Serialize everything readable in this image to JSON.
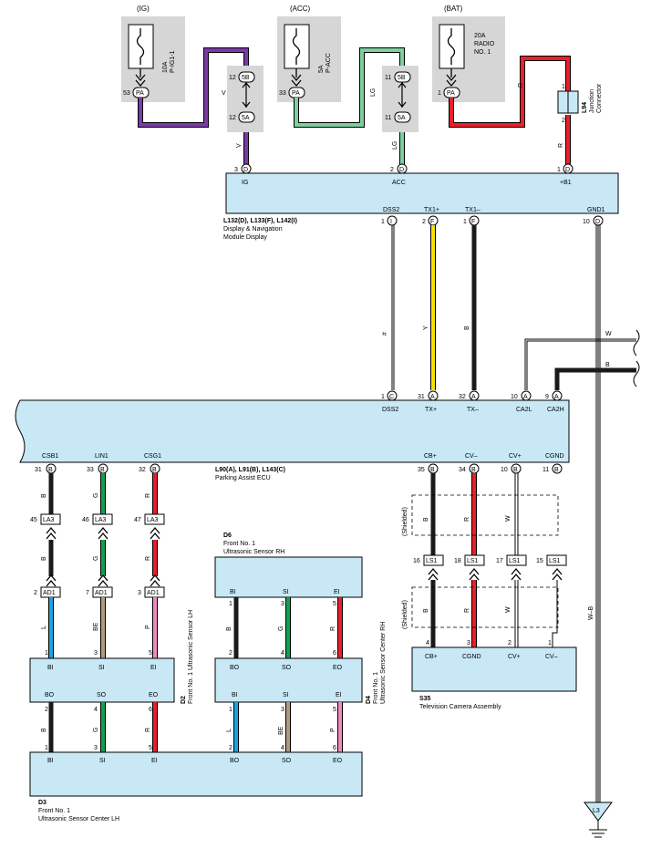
{
  "fuses": [
    {
      "id": "ig",
      "source": "(IG)",
      "rating": "10A",
      "name": "P-IG1-1",
      "pin": "53",
      "conn": "PA",
      "wire": "V"
    },
    {
      "id": "acc",
      "source": "(ACC)",
      "rating": "5A",
      "name": "P-ACC",
      "pin": "33",
      "conn": "PA",
      "wire": "LG"
    },
    {
      "id": "bat",
      "source": "(BAT)",
      "rating": "20A",
      "name": "RADIO\nNO. 1",
      "pin": "1",
      "conn": "PA",
      "wire": "R"
    }
  ],
  "joints": [
    {
      "id": "ig",
      "top_pin": "12",
      "top": "5B",
      "bot_pin": "12",
      "bot": "5A",
      "wire": "V"
    },
    {
      "id": "acc",
      "top_pin": "11",
      "top": "5B",
      "bot_pin": "11",
      "bot": "5A",
      "wire": "LG"
    }
  ],
  "junction": {
    "id": "L94",
    "label": "Junction\nConnector",
    "pin_top": "1",
    "pin_bot": "2",
    "wire": "R"
  },
  "display": {
    "code": "L132(D), L133(F), L142(I)",
    "name": "Display & Navigation\nModule Display",
    "pins": [
      {
        "n": "3",
        "c": "D",
        "label": "IG"
      },
      {
        "n": "2",
        "c": "D",
        "label": "ACC"
      },
      {
        "n": "1",
        "c": "D",
        "label": "+B1"
      },
      {
        "n": "1",
        "c": "I",
        "label": "DSS2"
      },
      {
        "n": "2",
        "c": "F",
        "label": "TX1+"
      },
      {
        "n": "1",
        "c": "F",
        "label": "TX1–"
      },
      {
        "n": "10",
        "c": "D",
        "label": "GND1"
      }
    ]
  },
  "bus_wires": [
    "#",
    "Y",
    "B"
  ],
  "external": [
    "W",
    "B"
  ],
  "ecu": {
    "code": "L90(A), L91(B), L143(C)",
    "name": "Parking Assist ECU",
    "top_pins": [
      {
        "n": "1",
        "c": "C",
        "label": "DSS2"
      },
      {
        "n": "31",
        "c": "A",
        "label": "TX+"
      },
      {
        "n": "32",
        "c": "A",
        "label": "TX–"
      },
      {
        "n": "10",
        "c": "A",
        "label": "CA2L"
      },
      {
        "n": "9",
        "c": "A",
        "label": "CA2H"
      }
    ],
    "bottom_pins": [
      {
        "n": "31",
        "c": "B",
        "label": "CSB1"
      },
      {
        "n": "33",
        "c": "B",
        "label": "LIN1"
      },
      {
        "n": "32",
        "c": "B",
        "label": "CSG1"
      },
      {
        "n": "35",
        "c": "B",
        "label": "CB+"
      },
      {
        "n": "34",
        "c": "B",
        "label": "CV–"
      },
      {
        "n": "10",
        "c": "B",
        "label": "CV+"
      },
      {
        "n": "11",
        "c": "B",
        "label": "CGND"
      }
    ]
  },
  "la3": [
    {
      "n": "45",
      "wire": "B"
    },
    {
      "n": "46",
      "wire": "G"
    },
    {
      "n": "47",
      "wire": "R"
    }
  ],
  "ad1": [
    {
      "n": "2",
      "wire": "L"
    },
    {
      "n": "7",
      "wire": "BE"
    },
    {
      "n": "3",
      "wire": "P"
    }
  ],
  "conn_labels": {
    "la3": "LA3",
    "ad1": "AD1",
    "ls1": "LS1"
  },
  "ls1": [
    {
      "n": "16",
      "wire": "B"
    },
    {
      "n": "18",
      "wire": "R"
    },
    {
      "n": "17",
      "wire": "W"
    },
    {
      "n": "15",
      "wire": ""
    }
  ],
  "shielded": "(Shielded)",
  "ground": {
    "wire": "W–B",
    "label": "L3"
  },
  "d2": {
    "code": "D2",
    "name": "Front No. 1 Ultrasonic Sensor LH",
    "top": [
      {
        "n": "1",
        "l": "BI"
      },
      {
        "n": "3",
        "l": "SI"
      },
      {
        "n": "5",
        "l": "EI"
      }
    ],
    "bot": [
      {
        "n": "2",
        "l": "BO"
      },
      {
        "n": "4",
        "l": "SO"
      },
      {
        "n": "6",
        "l": "EO"
      }
    ]
  },
  "d6": {
    "code": "D6",
    "name": "Front No. 1\nUltrasonic Sensor RH",
    "top": [
      {
        "n": "1",
        "l": "BI"
      },
      {
        "n": "3",
        "l": "SI"
      },
      {
        "n": "5",
        "l": "EI"
      }
    ],
    "bot": [
      {
        "n": "2",
        "l": "BO"
      },
      {
        "n": "4",
        "l": "SO"
      },
      {
        "n": "6",
        "l": "EO"
      }
    ],
    "wires_out": [
      "B",
      "G",
      "R"
    ]
  },
  "d4": {
    "code": "D4",
    "name": "Front No. 1\nUltrasonic Sensor Center RH",
    "top": [
      {
        "n": "2",
        "l": "BO"
      },
      {
        "n": "4",
        "l": "SO"
      },
      {
        "n": "6",
        "l": "EO"
      }
    ],
    "bot": [
      {
        "n": "1",
        "l": "BI"
      },
      {
        "n": "3",
        "l": "SI"
      },
      {
        "n": "5",
        "l": "EI"
      }
    ],
    "wires": [
      "L",
      "BE",
      "P"
    ]
  },
  "d2_out": {
    "wires": [
      "B",
      "G",
      "R"
    ]
  },
  "d3": {
    "code": "D3",
    "name": "Front No. 1\nUltrasonic Sensor Center LH",
    "pins": [
      {
        "n": "1",
        "l": "BI"
      },
      {
        "n": "3",
        "l": "SI"
      },
      {
        "n": "5",
        "l": "EI"
      },
      {
        "n": "2",
        "l": "BO"
      },
      {
        "n": "4",
        "l": "SO"
      },
      {
        "n": "6",
        "l": "EO"
      }
    ]
  },
  "s35": {
    "code": "S35",
    "name": "Television Camera Assembly",
    "pins": [
      {
        "n": "4",
        "l": "CB+"
      },
      {
        "n": "3",
        "l": "CGND"
      },
      {
        "n": "2",
        "l": "CV+"
      },
      {
        "n": "1",
        "l": "CV–"
      }
    ],
    "wires": [
      "B",
      "R",
      "W"
    ]
  },
  "colors": {
    "V": "#7b3aa5",
    "LG": "#7ecfa0",
    "R": "#e8202a",
    "Y": "#f5e000",
    "B": "#1a1a1a",
    "G": "#12a050",
    "L": "#1aa5e0",
    "BE": "#b09a80",
    "P": "#f08ac0",
    "W": "#ffffff",
    "box": "#c8e8f6",
    "fuse": "#d6d6d6"
  }
}
